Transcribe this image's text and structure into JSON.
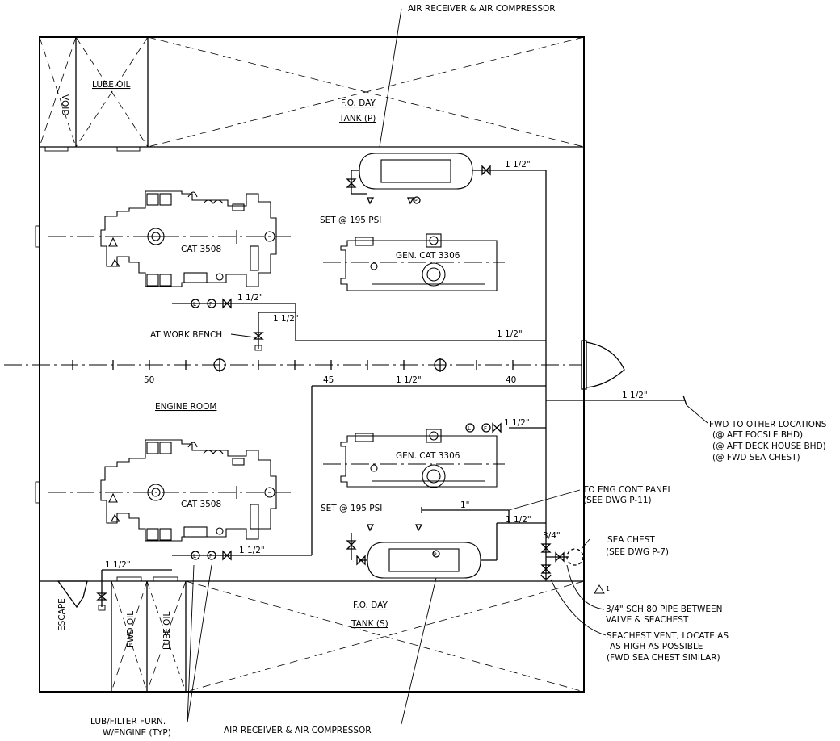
{
  "labels": {
    "air_rec_top": "AIR RECEIVER & AIR COMPRESSOR",
    "air_rec_bottom": "AIR RECEIVER & AIR COMPRESSOR",
    "void": "VOID",
    "lube_oil_top": "LUBE OIL",
    "fo_day_p_1": "F.O. DAY",
    "fo_day_p_2": "TANK (P)",
    "fo_day_s_1": "F.O. DAY",
    "fo_day_s_2": "TANK (S)",
    "cat_3508_top": "CAT 3508",
    "cat_3508_bottom": "CAT 3508",
    "gen_cat_top": "GEN. CAT 3306",
    "gen_cat_bottom": "GEN. CAT 3306",
    "set_psi_top": "SET @ 195 PSI",
    "set_psi_bottom": "SET @ 195 PSI",
    "work_bench": "AT WORK BENCH",
    "engine_room": "ENGINE ROOM",
    "frame_50": "50",
    "frame_45": "45",
    "frame_40": "40",
    "pipe_1": "1 1/2\"",
    "pipe_2": "1 1/2\"",
    "pipe_3": "1 1/2\"",
    "pipe_4": "1 1/2\"",
    "pipe_5": "1 1/2\"",
    "pipe_6": "1 1/2\"",
    "pipe_7": "1 1/2\"",
    "pipe_8": "1 1/2\"",
    "pipe_9": "1 1/2\"",
    "pipe_10": "1 1/2\"",
    "pipe_11": "1\"",
    "pipe_12": "3/4\"",
    "fwd_1": "FWD TO OTHER LOCATIONS",
    "fwd_2": "(@ AFT FOCSLE BHD)",
    "fwd_3": "(@ AFT DECK HOUSE BHD)",
    "fwd_4": "(@ FWD SEA CHEST)",
    "eng_panel_1": "TO ENG CONT PANEL",
    "eng_panel_2": "(SEE DWG P-11)",
    "sea_chest_1": "SEA CHEST",
    "sea_chest_2": "(SEE DWG P-7)",
    "sch80_1": "3/4\" SCH 80 PIPE BETWEEN",
    "sch80_2": "VALVE & SEACHEST",
    "vent_1": "SEACHEST VENT, LOCATE AS",
    "vent_2": "AS HIGH AS POSSIBLE",
    "vent_3": "(FWD SEA CHEST SIMILAR)",
    "rev_mark": "1",
    "escape": "ESCAPE",
    "fwd_oil": "FWD OIL",
    "lube_oil_bottom": "LUBE OIL",
    "lub_filter_1": "LUB/FILTER FURN.",
    "lub_filter_2": "W/ENGINE (TYP)",
    "gauge_l": "L",
    "gauge_f": "F",
    "gauge_p": "P"
  }
}
